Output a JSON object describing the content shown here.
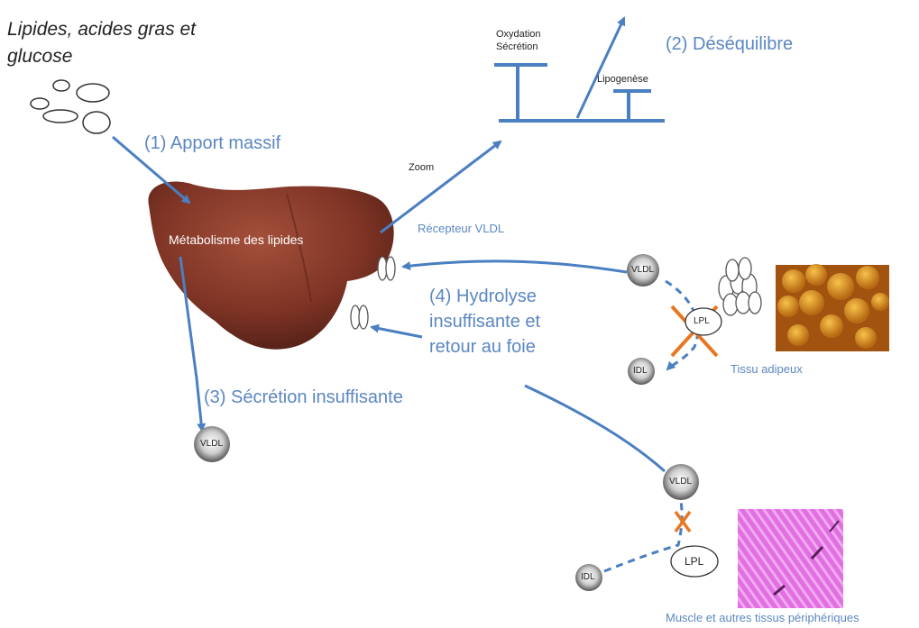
{
  "title": "Lipides, acides gras et glucose",
  "steps": {
    "apport": "(1) Apport massif",
    "desequilibre": "(2) Déséquilibre",
    "secretion": "(3) Sécrétion insuffisante",
    "hydrolyse_line1": "(4) Hydrolyse",
    "hydrolyse_line2": "insuffisante et",
    "hydrolyse_line3": "retour au foie"
  },
  "liver_label": "Métabolisme des lipides",
  "zoom_label": "Zoom",
  "balance": {
    "left_line1": "Oxydation",
    "left_line2": "Sécrétion",
    "right": "Lipogenèse"
  },
  "receptor_label": "Récepteur VLDL",
  "particles": {
    "vldl": "VLDL",
    "idl": "IDL",
    "lpl": "LPL"
  },
  "tissues": {
    "adipose": "Tissu adipeux",
    "muscle": "Muscle et autres tissus périphériques"
  },
  "colors": {
    "arrow": "#4a7fc1",
    "inhibition_cross": "#e87722",
    "liver": "#8b3a2b",
    "label_blue": "#5b87c2"
  }
}
